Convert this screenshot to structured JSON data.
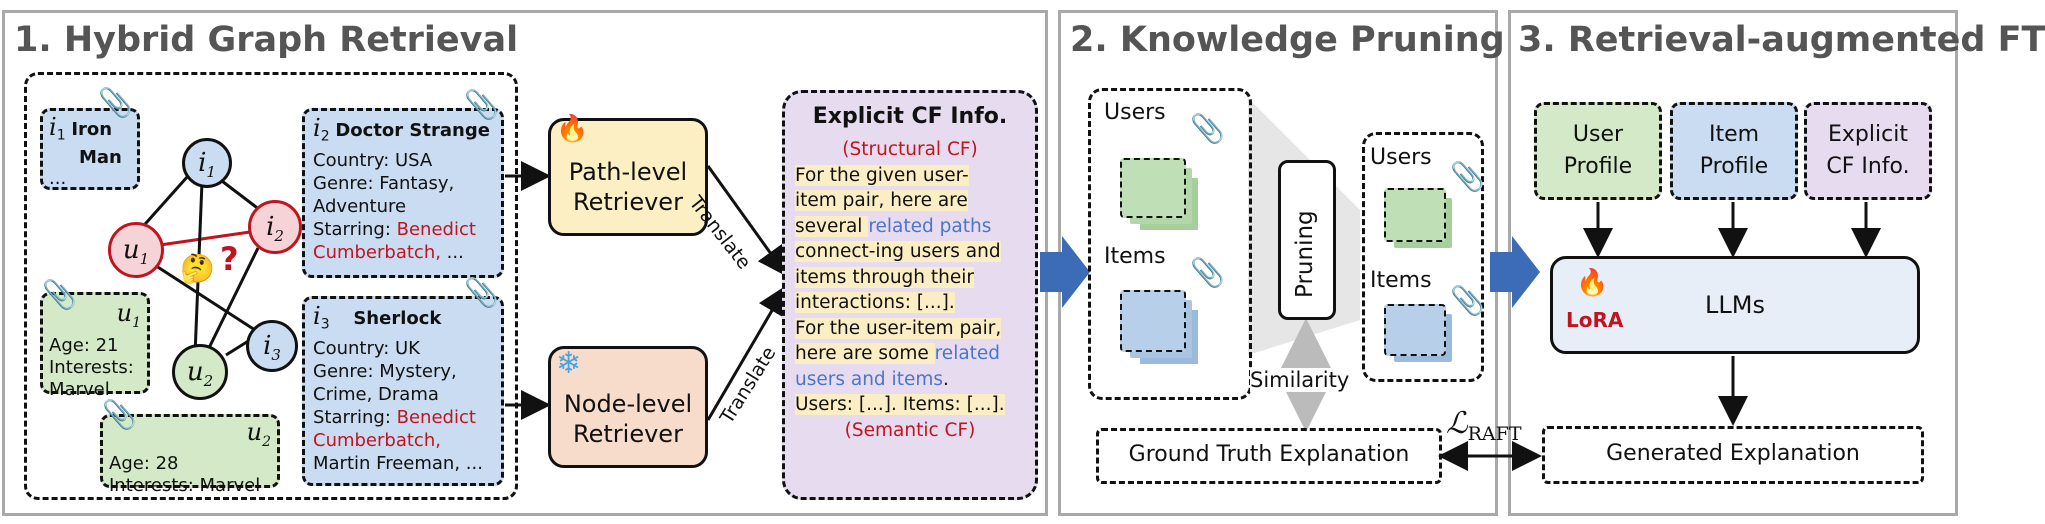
{
  "panels": {
    "p1_title": "1. Hybrid Graph Retrieval",
    "p2_title": "2. Knowledge Pruning",
    "p3_title": "3. Retrieval-augmented FT"
  },
  "graph": {
    "nodes": {
      "i1": "i",
      "i1_sub": "1",
      "i2": "i",
      "i2_sub": "2",
      "i3": "i",
      "i3_sub": "3",
      "u1": "u",
      "u1_sub": "1",
      "u2": "u",
      "u2_sub": "2"
    },
    "question_mark": "?",
    "thinking_emoji": "🤔"
  },
  "cards": {
    "iron_man": {
      "id": "i",
      "id_sub": "1",
      "title_line1": "Iron",
      "title_line2": "Man",
      "more": "..."
    },
    "doctor_strange": {
      "id": "i",
      "id_sub": "2",
      "title": "Doctor Strange",
      "country": "Country: USA",
      "genre1": "Genre: Fantasy,",
      "genre2": "Adventure",
      "starring_label": "Starring: ",
      "starring_red1": "Benedict",
      "starring_red2": "Cumberbatch,",
      "starring_more": " ..."
    },
    "sherlock": {
      "id": "i",
      "id_sub": "3",
      "title": "Sherlock",
      "country": "Country: UK",
      "genre1": "Genre: Mystery,",
      "genre2": "Crime, Drama",
      "starring_label": "Starring: ",
      "starring_red1": "Benedict",
      "starring_red2": "Cumberbatch,",
      "starring_more": "Martin Freeman, ..."
    },
    "user1": {
      "id": "u",
      "id_sub": "1",
      "age": "Age: 21",
      "interests1": "Interests:",
      "interests2": "Marvel"
    },
    "user2": {
      "id": "u",
      "id_sub": "2",
      "age": "Age: 28",
      "interests": "Interests: Marvel"
    }
  },
  "retrievers": {
    "path_line1": "Path-level",
    "path_line2": "Retriever",
    "node_line1": "Node-level",
    "node_line2": "Retriever",
    "translate": "Translate",
    "fire": "🔥",
    "snow": "❄"
  },
  "cf_info": {
    "title": "Explicit CF Info.",
    "structural": "(Structural CF)",
    "l1": "For the given user-",
    "l2": "item pair, here are",
    "l3a": "several ",
    "l3b": "related paths",
    "l4": "connect-ing users and",
    "l5": "items through their",
    "l6": "interactions: [...].",
    "l7": "For the user-item pair,",
    "l8a": "here are some ",
    "l8b": "related",
    "l9a": "users and items",
    "l9b": ".",
    "l10": "Users: [...]. Items: [...].",
    "semantic": "(Semantic CF)"
  },
  "pruning": {
    "users": "Users",
    "items": "Items",
    "pruning": "Pruning",
    "similarity": "Similarity",
    "users_after": "Users",
    "items_after": "Items",
    "ground_truth": "Ground Truth Explanation"
  },
  "raft": {
    "user_profile1": "User",
    "user_profile2": "Profile",
    "item_profile1": "Item",
    "item_profile2": "Profile",
    "cf_info1": "Explicit",
    "cf_info2": "CF Info.",
    "llms": "LLMs",
    "lora": "LoRA",
    "generated": "Generated Explanation",
    "loss_symbol": "ℒ",
    "loss_sub": "RAFT"
  },
  "colors": {
    "red": "#c0141f",
    "blue_text": "#4a76c9",
    "arrow_blue": "#3b6cb5",
    "panel_border": "#a9a9a9"
  }
}
